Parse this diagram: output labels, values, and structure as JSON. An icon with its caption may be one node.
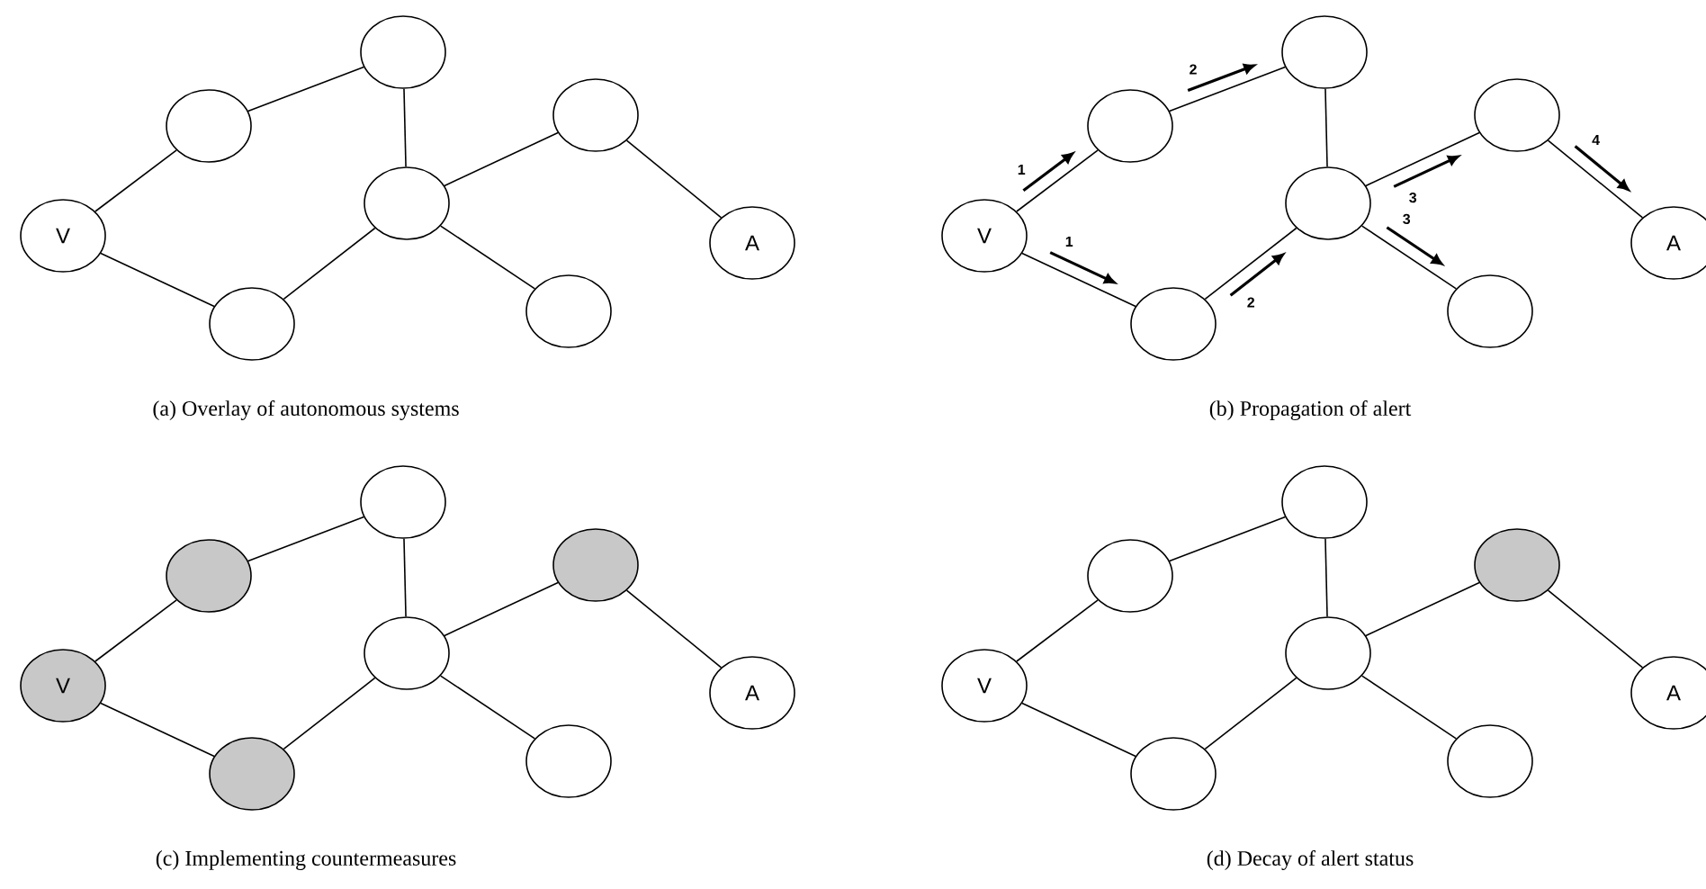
{
  "diagram": {
    "nodes": [
      {
        "text": [
          "V"
        ]
      },
      {
        "text": [],
        "shape": "circle"
      },
      {
        "text": [],
        "shape": "circle"
      },
      {
        "text": [],
        "shape": "circle"
      },
      {
        "text": [],
        "shape": "circle"
      },
      {
        "text": [
          "A"
        ]
      },
      {
        "text": [],
        "shape": "circle"
      },
      {
        "text": [],
        "shape": "circle"
      },
      {
        "text": [
          "V"
        ]
      },
      {
        "text": [],
        "shape": "circle"
      },
      {
        "text": [],
        "shape": "circle"
      },
      {
        "text": [],
        "shape": "circle"
      },
      {
        "text": [],
        "shape": "circle"
      },
      {
        "text": [
          "A"
        ]
      },
      {
        "text": [],
        "shape": "circle"
      },
      {
        "text": [],
        "shape": "circle"
      },
      {
        "text": [
          "V"
        ]
      },
      {
        "text": [],
        "shape": "circle"
      },
      {
        "text": [],
        "shape": "circle"
      },
      {
        "text": [],
        "shape": "circle"
      },
      {
        "text": [],
        "shape": "circle"
      },
      {
        "text": [
          "A"
        ]
      },
      {
        "text": [],
        "shape": "circle"
      },
      {
        "text": [],
        "shape": "circle"
      },
      {
        "text": [
          "V"
        ]
      },
      {
        "text": [],
        "shape": "circle"
      },
      {
        "text": [],
        "shape": "circle"
      },
      {
        "text": [],
        "shape": "circle"
      },
      {
        "text": [],
        "shape": "circle"
      },
      {
        "text": [
          "A"
        ]
      },
      {
        "text": [],
        "shape": "circle"
      },
      {
        "text": [],
        "shape": "circle"
      }
    ],
    "edges": [
      {
        "from": 0,
        "to": 1,
        "arrow": "none"
      },
      {
        "from": 1,
        "to": 2,
        "arrow": "none"
      },
      {
        "from": 2,
        "to": 3,
        "arrow": "none"
      },
      {
        "from": 3,
        "to": 4,
        "arrow": "none"
      },
      {
        "from": 4,
        "to": 5,
        "arrow": "none"
      },
      {
        "from": 0,
        "to": 6,
        "arrow": "none"
      },
      {
        "from": 6,
        "to": 3,
        "arrow": "none"
      },
      {
        "from": 3,
        "to": 7,
        "arrow": "none"
      },
      {
        "from": 8,
        "to": 9,
        "arrow": "none",
        "label": "1"
      },
      {
        "from": 9,
        "to": 10,
        "arrow": "none",
        "label": "2"
      },
      {
        "from": 10,
        "to": 11,
        "arrow": "none"
      },
      {
        "from": 11,
        "to": 12,
        "arrow": "none",
        "label": "3"
      },
      {
        "from": 12,
        "to": 13,
        "arrow": "none",
        "label": "4"
      },
      {
        "from": 8,
        "to": 14,
        "arrow": "none",
        "label": "1"
      },
      {
        "from": 14,
        "to": 11,
        "arrow": "none",
        "label": "2"
      },
      {
        "from": 11,
        "to": 15,
        "arrow": "none",
        "label": "3"
      },
      {
        "from": 16,
        "to": 17,
        "arrow": "none"
      },
      {
        "from": 17,
        "to": 18,
        "arrow": "none"
      },
      {
        "from": 18,
        "to": 19,
        "arrow": "none"
      },
      {
        "from": 19,
        "to": 20,
        "arrow": "none"
      },
      {
        "from": 20,
        "to": 21,
        "arrow": "none"
      },
      {
        "from": 16,
        "to": 22,
        "arrow": "none"
      },
      {
        "from": 22,
        "to": 19,
        "arrow": "none"
      },
      {
        "from": 19,
        "to": 23,
        "arrow": "none"
      },
      {
        "from": 24,
        "to": 25,
        "arrow": "none"
      },
      {
        "from": 25,
        "to": 26,
        "arrow": "none"
      },
      {
        "from": 26,
        "to": 27,
        "arrow": "none"
      },
      {
        "from": 27,
        "to": 28,
        "arrow": "none"
      },
      {
        "from": 28,
        "to": 29,
        "arrow": "none"
      },
      {
        "from": 24,
        "to": 30,
        "arrow": "none"
      },
      {
        "from": 30,
        "to": 27,
        "arrow": "none"
      },
      {
        "from": 27,
        "to": 31,
        "arrow": "none"
      }
    ],
    "labels": [
      "(a)  Overlay of autonomous systems",
      "(b)  Propagation of alert",
      "(c)  Implementing countermeasures",
      "(d)  Decay of alert status"
    ]
  }
}
